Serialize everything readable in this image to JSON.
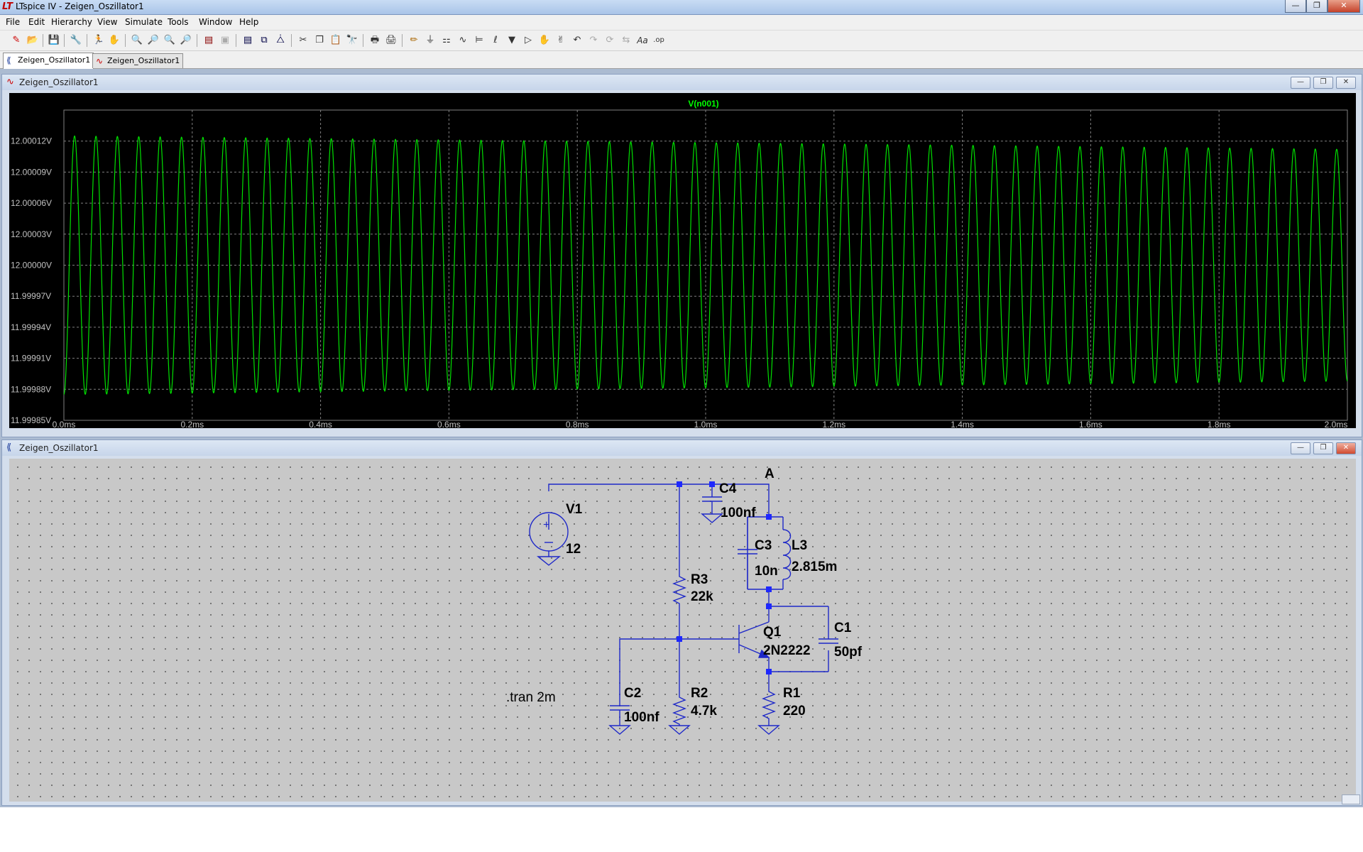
{
  "window": {
    "title": "LTspice IV - Zeigen_Oszillator1",
    "app_icon": "ltspice-logo-icon"
  },
  "menu": [
    "File",
    "Edit",
    "Hierarchy",
    "View",
    "Simulate",
    "Tools",
    "Window",
    "Help"
  ],
  "toolbar_icons": [
    "new-schematic-icon",
    "open-icon",
    "save-icon",
    "control-panel-icon",
    "run-icon",
    "halt-icon",
    "zoom-in-icon",
    "zoom-pan-icon",
    "zoom-out-icon",
    "zoom-full-icon",
    "autorange-icon",
    "delete-icon",
    "tile-horizontal-icon",
    "tile-vertical-icon",
    "cascade-icon",
    "cut-icon",
    "copy-icon",
    "paste-icon",
    "find-icon",
    "print-preview-icon",
    "print-icon",
    "wire-icon",
    "ground-icon",
    "label-net-icon",
    "resistor-icon",
    "capacitor-icon",
    "inductor-icon",
    "diode-icon",
    "component-icon",
    "move-icon",
    "drag-icon",
    "undo-icon",
    "redo-icon",
    "rotate-icon",
    "mirror-icon",
    "text-icon",
    "spice-directive-icon"
  ],
  "tabs": [
    {
      "label": "Zeigen_Oszillator1",
      "icon": "schematic-icon",
      "active": true
    },
    {
      "label": "Zeigen_Oszillator1",
      "icon": "waveform-icon",
      "active": false
    }
  ],
  "waveform_window": {
    "title": "Zeigen_Oszillator1",
    "trace_label": "V(n001)"
  },
  "schematic_window": {
    "title": "Zeigen_Oszillator1",
    "labels": {
      "net_a": "A",
      "v1_name": "V1",
      "v1_value": "12",
      "c4_name": "C4",
      "c4_value": "100nf",
      "c3_name": "C3",
      "c3_value": "10n",
      "l3_name": "L3",
      "l3_value": "2.815m",
      "r3_name": "R3",
      "r3_value": "22k",
      "q1_name": "Q1",
      "q1_value": "2N2222",
      "c1_name": "C1",
      "c1_value": "50pf",
      "c2_name": "C2",
      "c2_value": "100nf",
      "r2_name": "R2",
      "r2_value": "4.7k",
      "r1_name": "R1",
      "r1_value": "220",
      "directive": ".tran 2m"
    }
  },
  "colors": {
    "trace": "#00ff00",
    "grid": "#808080",
    "plot_bg": "#000000",
    "wire": "#1e28c8",
    "junction": "#1e28ff",
    "schem_bg": "#c8c8c8"
  },
  "chart_data": {
    "type": "line",
    "title": "V(n001)",
    "xlabel": "",
    "ylabel": "",
    "x_ticks": [
      "0.0ms",
      "0.2ms",
      "0.4ms",
      "0.6ms",
      "0.8ms",
      "1.0ms",
      "1.2ms",
      "1.4ms",
      "1.6ms",
      "1.8ms",
      "2.0ms"
    ],
    "y_ticks": [
      "12.00012V",
      "12.00009V",
      "12.00006V",
      "12.00003V",
      "12.00000V",
      "11.99997V",
      "11.99994V",
      "11.99991V",
      "11.99988V",
      "11.99985V"
    ],
    "xlim_ms": [
      0,
      2.0
    ],
    "ylim_v": [
      11.99985,
      12.00015
    ],
    "grid": true,
    "series": [
      {
        "name": "V(n001)",
        "waveform": "sine",
        "cycles": 60,
        "center_v": 12.0,
        "amplitude_v": 0.000125,
        "amplitude_end_v": 0.000112
      }
    ]
  }
}
